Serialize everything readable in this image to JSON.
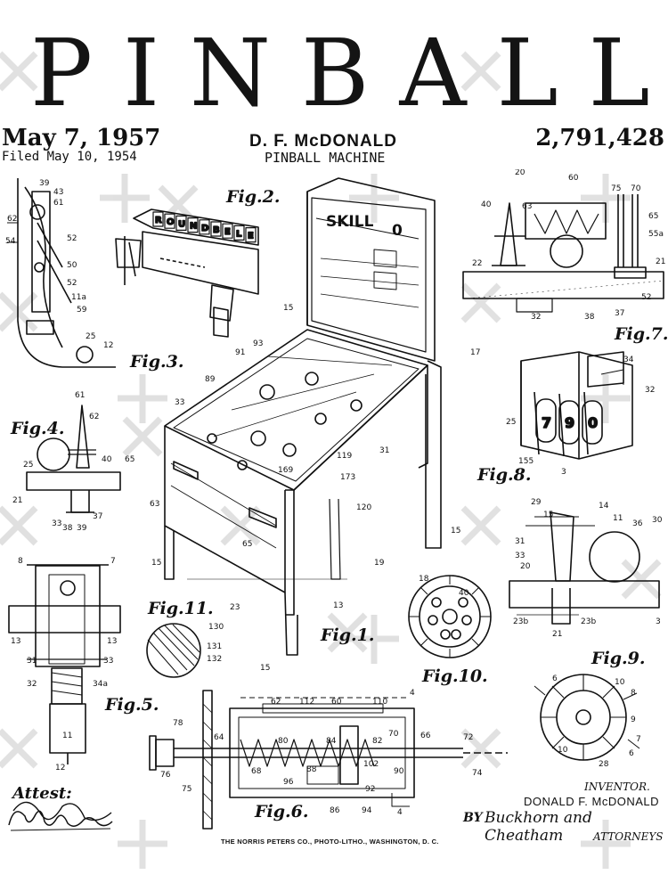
{
  "header": {
    "title": "PINBALL",
    "date": "May 7, 1957",
    "filed": "Filed May 10, 1954",
    "inventor_short": "D. F. McDONALD",
    "subtitle": "PINBALL MACHINE",
    "patent_number": "2,791,428"
  },
  "figures": {
    "fig1": "Fig.1.",
    "fig2": "Fig.2.",
    "fig3": "Fig.3.",
    "fig4": "Fig.4.",
    "fig5": "Fig.5.",
    "fig6": "Fig.6.",
    "fig7": "Fig.7.",
    "fig8": "Fig.8.",
    "fig9": "Fig.9.",
    "fig10": "Fig.10.",
    "fig11": "Fig.11."
  },
  "backglass": {
    "label": "SKILL",
    "count": "0"
  },
  "fig2_letters": [
    "R",
    "O",
    "U",
    "N",
    "D",
    "B",
    "E",
    "L",
    "E"
  ],
  "fig8_digits": [
    "7",
    "9",
    "0"
  ],
  "footer": {
    "attest": "Attest:",
    "inventor_label": "INVENTOR.",
    "inventor_full": "DONALD F. McDONALD",
    "by": "BY",
    "attorney_firm": "Buckhorn and Cheatham",
    "attorneys_label": "ATTORNEYS",
    "printer": "THE NORRIS PETERS CO., PHOTO-LITHO., WASHINGTON, D. C."
  },
  "colors": {
    "ink": "#111111",
    "watermark": "#d9d9d9",
    "paper": "#ffffff"
  }
}
